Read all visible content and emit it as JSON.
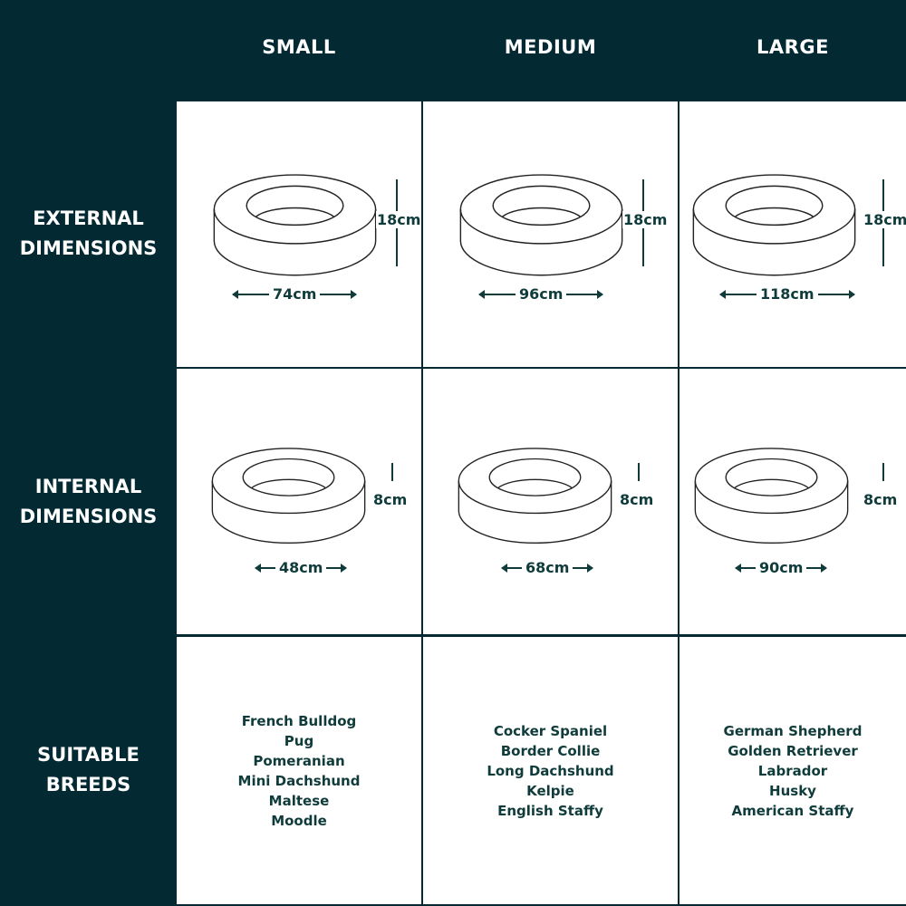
{
  "columns": [
    "SMALL",
    "MEDIUM",
    "LARGE"
  ],
  "rows": {
    "external": [
      "EXTERNAL",
      "DIMENSIONS"
    ],
    "internal": [
      "INTERNAL",
      "DIMENSIONS"
    ],
    "breeds": [
      "SUITABLE",
      "BREEDS"
    ]
  },
  "colors": {
    "background": "#032a33",
    "cell": "#ffffff",
    "text": "#0f3b3b"
  },
  "external": [
    {
      "width": "74cm",
      "height": "18cm"
    },
    {
      "width": "96cm",
      "height": "18cm"
    },
    {
      "width": "118cm",
      "height": "18cm"
    }
  ],
  "internal": [
    {
      "width": "48cm",
      "height": "8cm"
    },
    {
      "width": "68cm",
      "height": "8cm"
    },
    {
      "width": "90cm",
      "height": "8cm"
    }
  ],
  "breeds": [
    [
      "French Bulldog",
      "Pug",
      "Pomeranian",
      "Mini Dachshund",
      "Maltese",
      "Moodle"
    ],
    [
      "Cocker Spaniel",
      "Border Collie",
      "Long Dachshund",
      "Kelpie",
      "English Staffy"
    ],
    [
      "German Shepherd",
      "Golden Retriever",
      "Labrador",
      "Husky",
      "American Staffy"
    ]
  ]
}
